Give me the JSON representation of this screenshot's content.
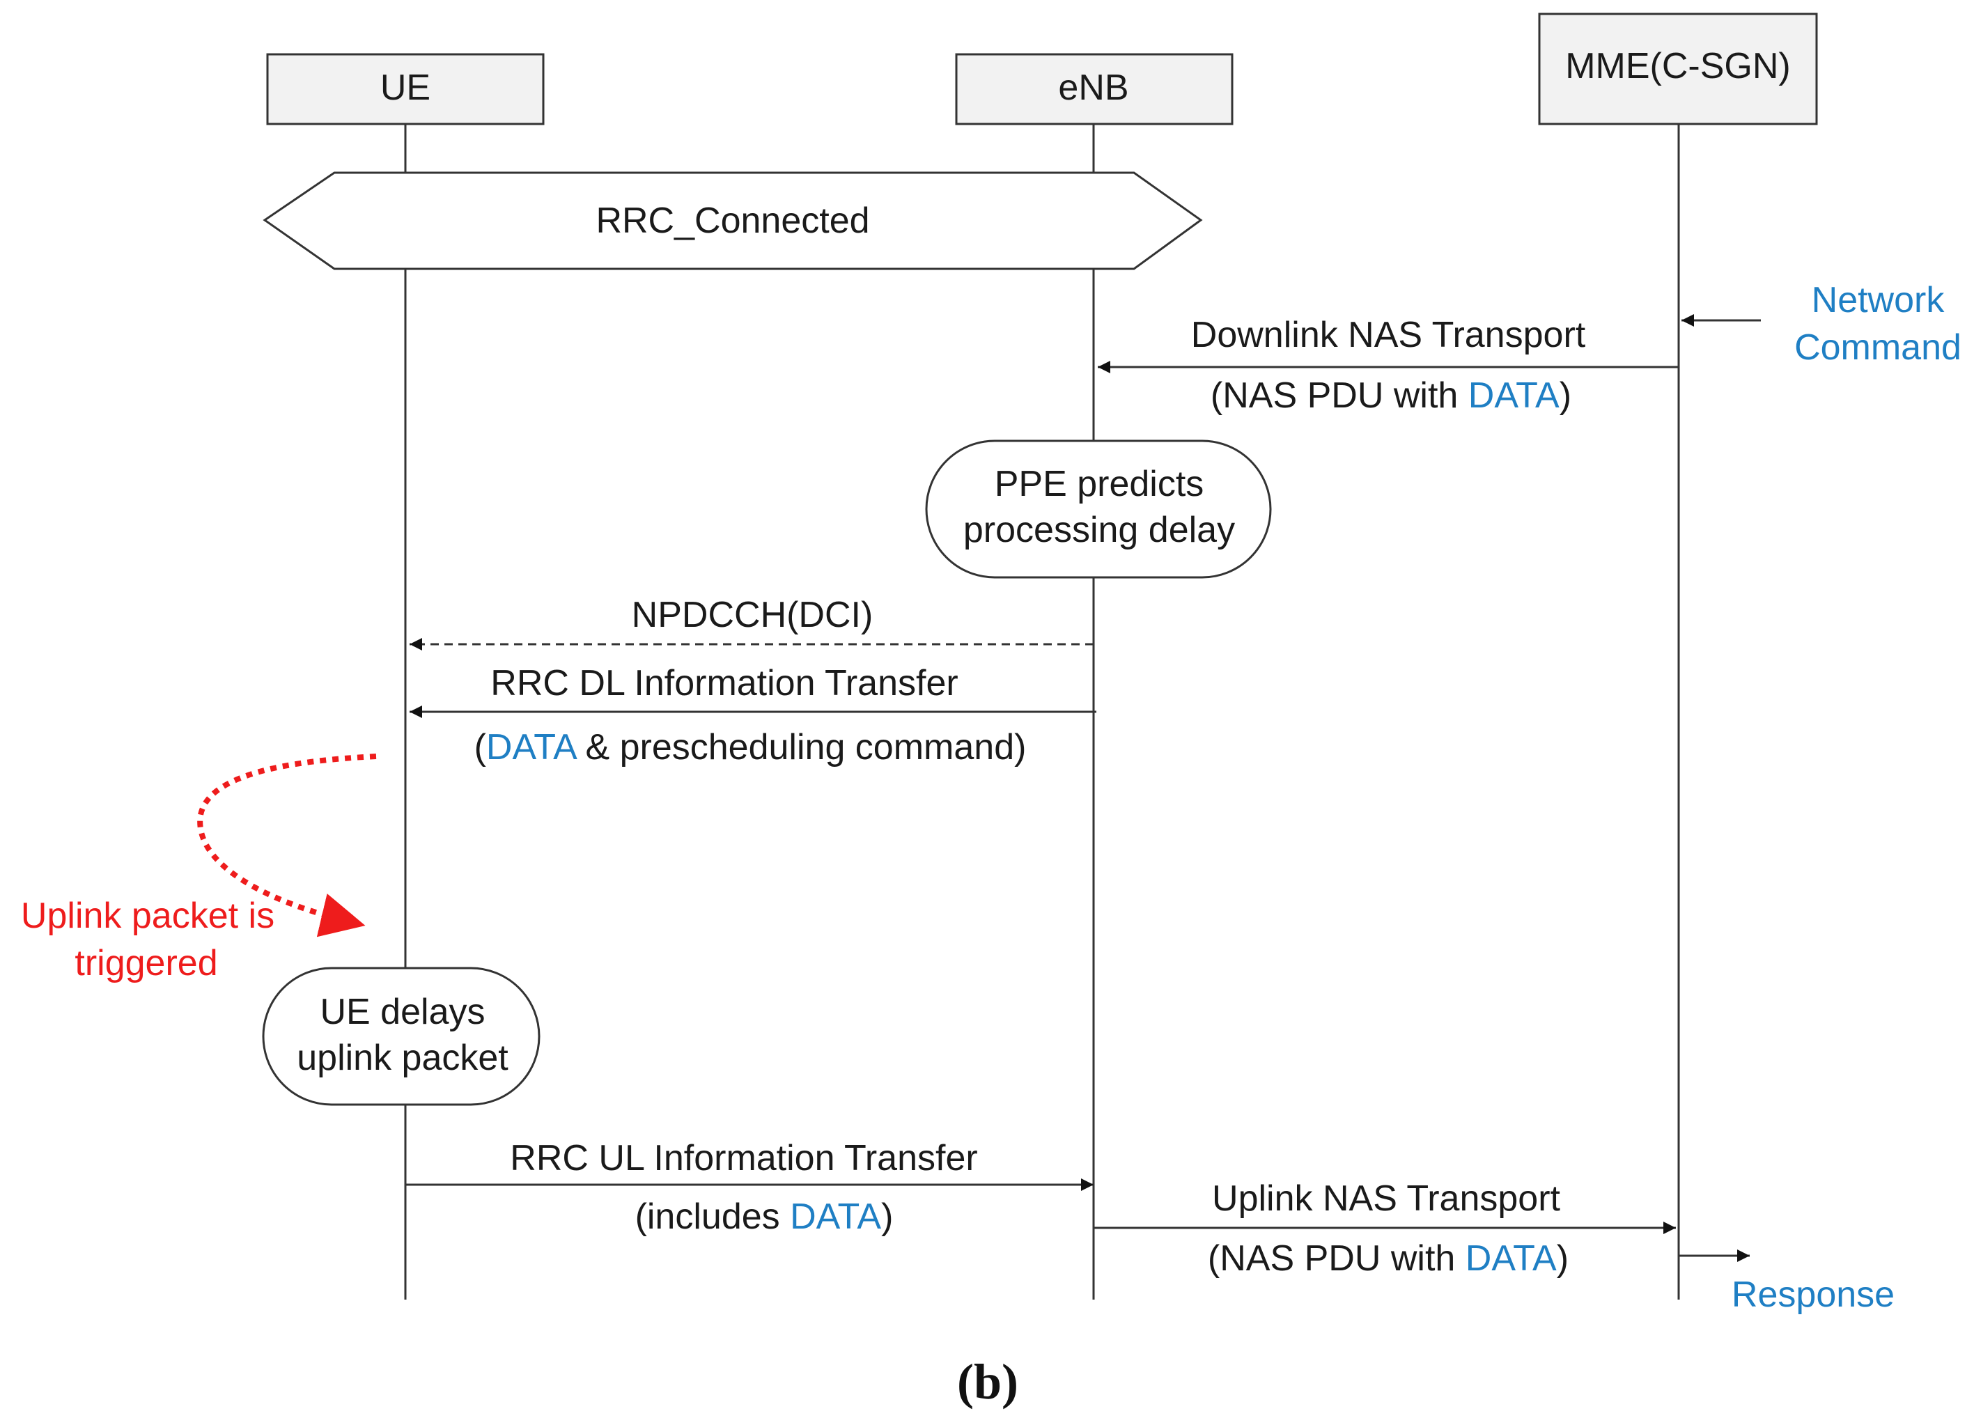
{
  "participants": {
    "ue": "UE",
    "enb": "eNB",
    "mme": "MME(C-SGN)"
  },
  "state": "RRC_Connected",
  "network_command": {
    "line1": "Network",
    "line2": "Command"
  },
  "downlink_nas": {
    "title": "Downlink NAS Transport",
    "sub_prefix": "(NAS PDU with ",
    "sub_data": "DATA",
    "sub_suffix": ")"
  },
  "ppe": {
    "line1": "PPE predicts",
    "line2": "processing delay"
  },
  "npdcch": "NPDCCH(DCI)",
  "rrc_dl": {
    "title": "RRC DL Information Transfer",
    "sub_prefix": "(",
    "sub_data": "DATA",
    "sub_suffix": " & prescheduling command)"
  },
  "uplink_trigger": {
    "line1": "Uplink packet is",
    "line2": "triggered"
  },
  "ue_delay": {
    "line1": "UE delays",
    "line2": "uplink packet"
  },
  "rrc_ul": {
    "title": "RRC UL Information Transfer",
    "sub_prefix": "(includes ",
    "sub_data": "DATA",
    "sub_suffix": ")"
  },
  "uplink_nas": {
    "title": "Uplink NAS Transport",
    "sub_prefix": "(NAS PDU with ",
    "sub_data": "DATA",
    "sub_suffix": ")"
  },
  "response": "Response",
  "caption": "(b)",
  "colors": {
    "blue": "#1f7fc4",
    "red": "#ee1c1c",
    "box_fill": "#f2f2f2",
    "line": "#333333"
  }
}
